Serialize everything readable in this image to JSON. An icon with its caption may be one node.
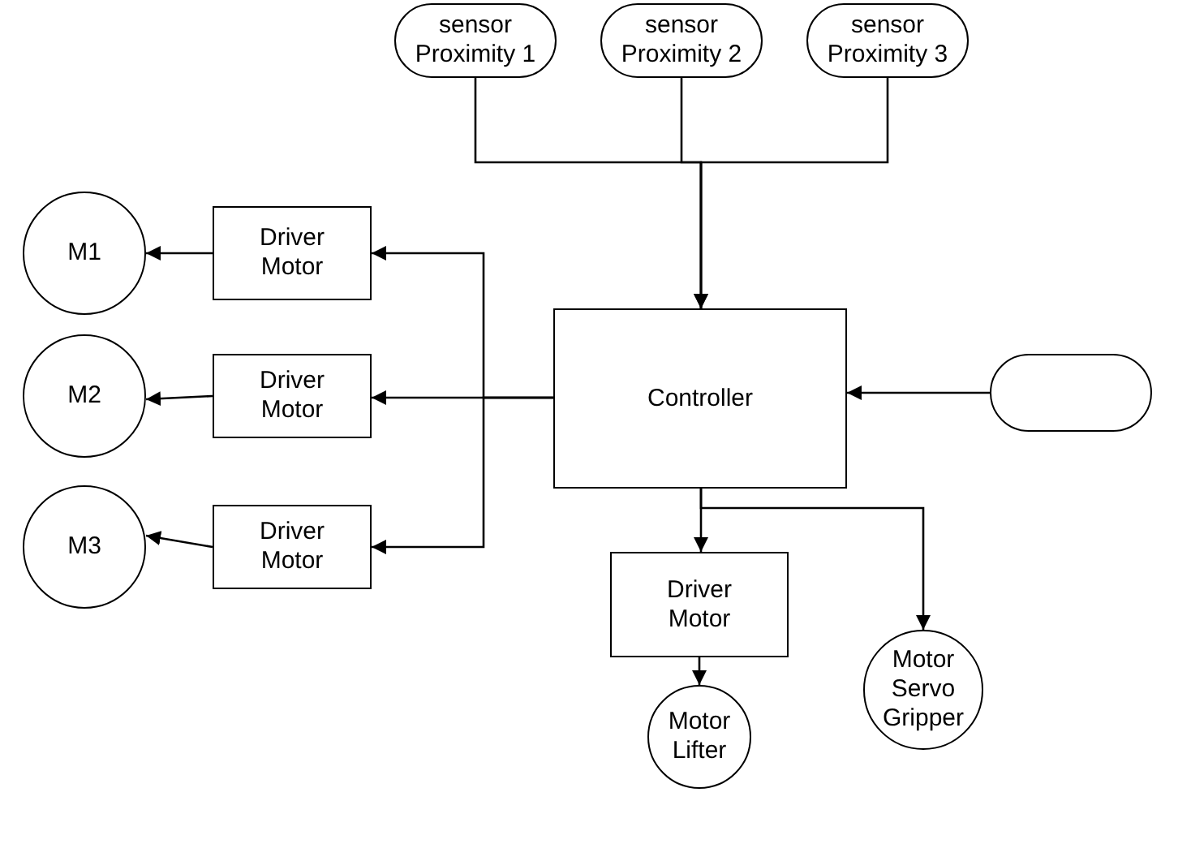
{
  "diagram": {
    "nodes": [
      {
        "text": [
          "sensor Proximity 1"
        ]
      },
      {
        "text": [
          "sensor Proximity 2"
        ]
      },
      {
        "text": [
          "sensor Proximity 3"
        ]
      },
      {
        "text": [
          "M1"
        ]
      },
      {
        "text": [
          "Driver Motor"
        ]
      },
      {
        "text": [
          "M2"
        ]
      },
      {
        "text": [
          "Driver Motor"
        ]
      },
      {
        "text": [
          "Controller"
        ]
      },
      {
        "text": [],
        "shape": "box"
      },
      {
        "text": [
          "M3"
        ]
      },
      {
        "text": [
          "Driver Motor"
        ]
      },
      {
        "text": [
          "Driver Motor"
        ]
      },
      {
        "text": [
          "Motor Lifter"
        ]
      },
      {
        "text": [
          "Motor Servo Gripper"
        ]
      }
    ],
    "edges": [
      {
        "from": 0,
        "to": 7,
        "arrow": "to"
      },
      {
        "from": 1,
        "to": 7,
        "arrow": "to"
      },
      {
        "from": 2,
        "to": 7,
        "arrow": "to"
      },
      {
        "from": 8,
        "to": 7,
        "arrow": "to"
      },
      {
        "from": 7,
        "to": 4,
        "arrow": "to"
      },
      {
        "from": 7,
        "to": 6,
        "arrow": "to"
      },
      {
        "from": 7,
        "to": 10,
        "arrow": "to"
      },
      {
        "from": 4,
        "to": 3,
        "arrow": "to"
      },
      {
        "from": 6,
        "to": 5,
        "arrow": "to"
      },
      {
        "from": 10,
        "to": 9,
        "arrow": "to"
      },
      {
        "from": 7,
        "to": 11,
        "arrow": "to"
      },
      {
        "from": 11,
        "to": 12,
        "arrow": "to"
      },
      {
        "from": 7,
        "to": 13,
        "arrow": "to"
      }
    ]
  }
}
